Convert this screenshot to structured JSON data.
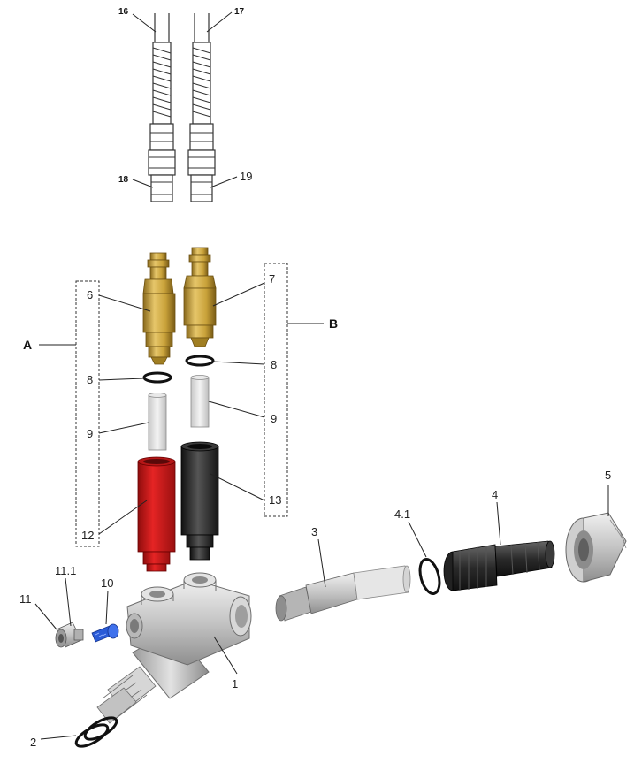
{
  "callouts": {
    "c16": "16",
    "c17": "17",
    "c18": "18",
    "c19": "19",
    "c6": "6",
    "c7": "7",
    "c8a": "8",
    "c8b": "8",
    "c9a": "9",
    "c9b": "9",
    "c12": "12",
    "c13": "13",
    "c3": "3",
    "c41": "4.1",
    "c4": "4",
    "c5": "5",
    "c111": "11.1",
    "c10": "10",
    "c11": "11",
    "c1": "1",
    "c2": "2"
  },
  "groups": {
    "a": "A",
    "b": "B"
  },
  "colors": {
    "brass": "#c9a23a",
    "red": "#d81e1e",
    "black": "#2a2a2a",
    "blue": "#2a5bd7",
    "grey": "#cfcfcf"
  }
}
